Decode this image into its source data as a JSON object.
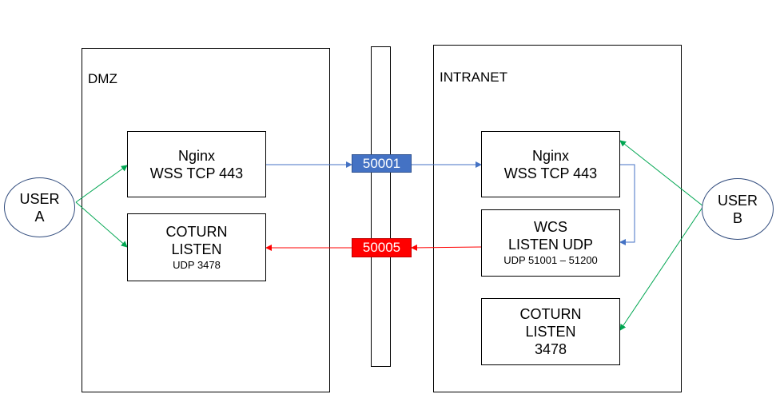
{
  "zones": {
    "dmz": {
      "label": "DMZ"
    },
    "intranet": {
      "label": "INTRANET"
    }
  },
  "users": {
    "a": {
      "line1": "USER",
      "line2": "A"
    },
    "b": {
      "line1": "USER",
      "line2": "B"
    }
  },
  "dmz_boxes": {
    "nginx": {
      "line1": "Nginx",
      "line2": "WSS TCP 443"
    },
    "coturn": {
      "line1": "COTURN",
      "line2": "LISTEN",
      "line3": "UDP 3478"
    }
  },
  "intranet_boxes": {
    "nginx": {
      "line1": "Nginx",
      "line2": "WSS TCP 443"
    },
    "wcs": {
      "line1": "WCS",
      "line2": "LISTEN UDP",
      "line3": "UDP 51001 – 51200"
    },
    "coturn": {
      "line1": "COTURN",
      "line2": "LISTEN",
      "line3": "3478"
    }
  },
  "ports": {
    "inbound": {
      "label": "50001",
      "color": "#4472c4"
    },
    "outbound": {
      "label": "50005",
      "color": "#ff0000"
    }
  },
  "colors": {
    "user_links": "#00a651",
    "tcp_flow": "#4472c4",
    "udp_flow": "#ff0000"
  }
}
